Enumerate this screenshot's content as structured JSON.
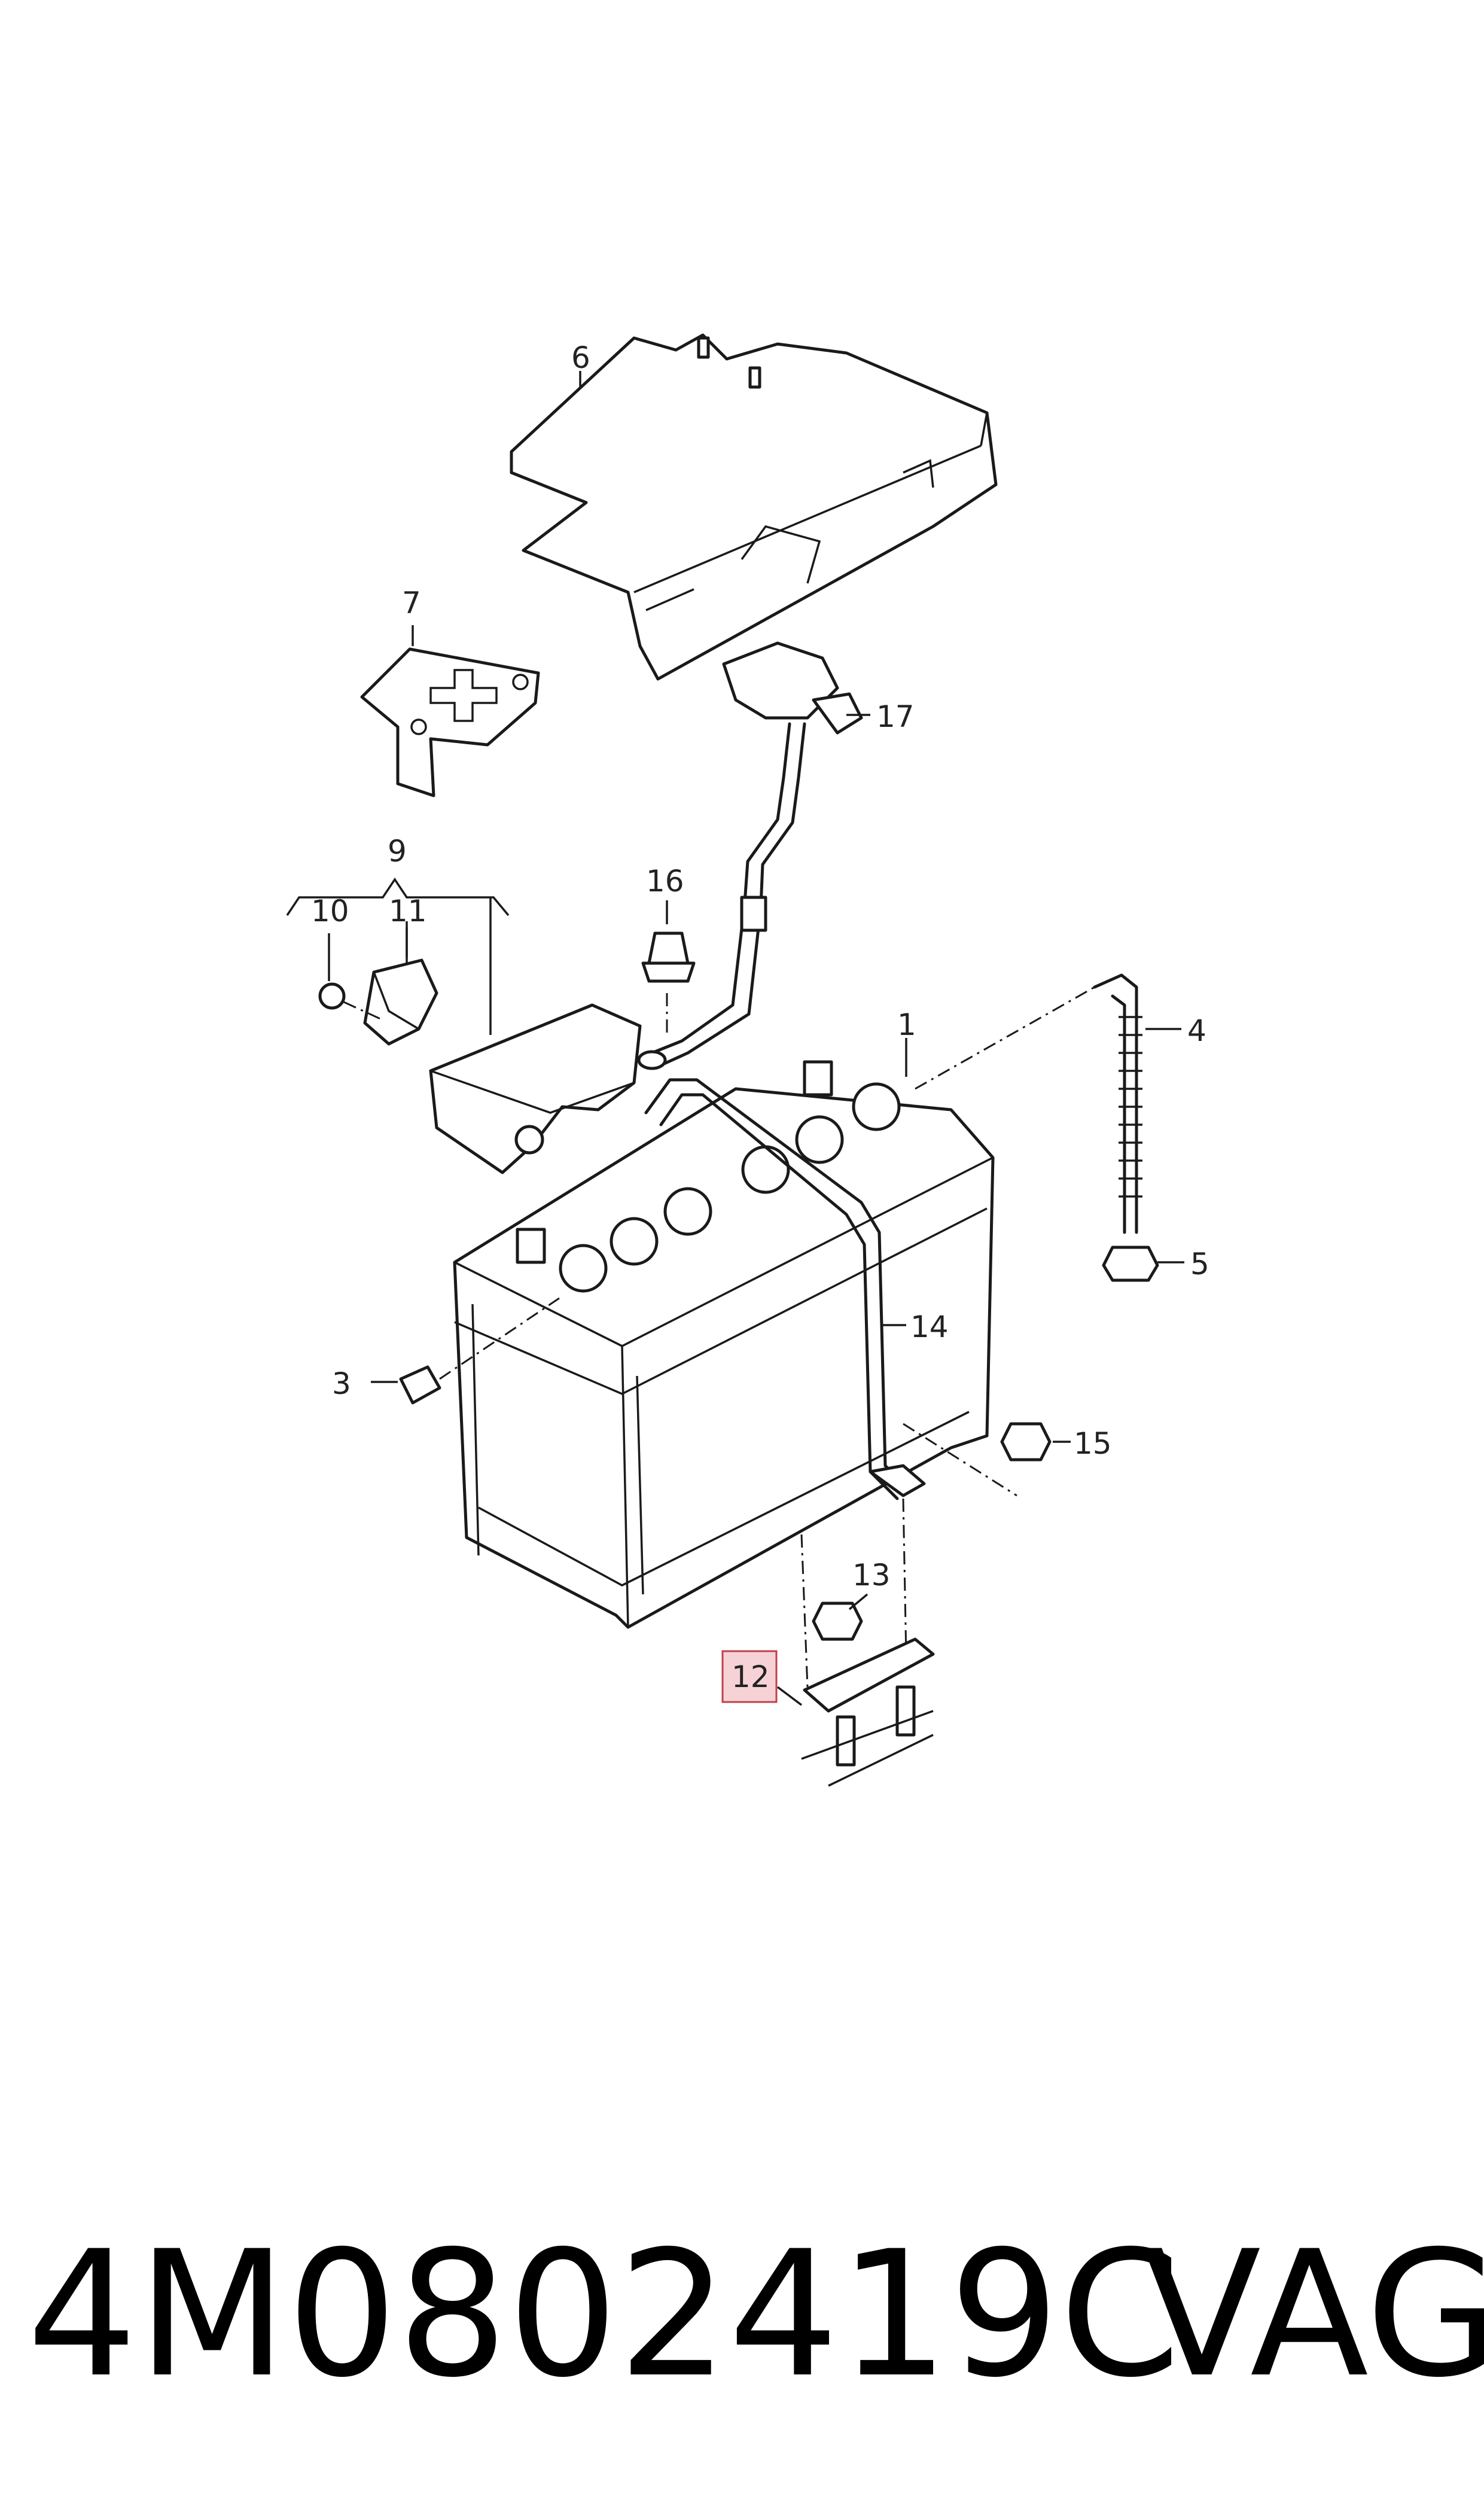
{
  "diagram": {
    "callouts": {
      "c1": "1",
      "c3": "3",
      "c4": "4",
      "c5": "5",
      "c6": "6",
      "c7": "7",
      "c9": "9",
      "c10": "10",
      "c11": "11",
      "c12": "12",
      "c13": "13",
      "c14": "14",
      "c15": "15",
      "c16": "16",
      "c17": "17"
    },
    "highlighted_callout": "12",
    "highlight_color": "#f6d2d6",
    "highlight_border": "#c0404e"
  },
  "footer": {
    "part_number": "4M0802419C",
    "brand": "VAG"
  }
}
